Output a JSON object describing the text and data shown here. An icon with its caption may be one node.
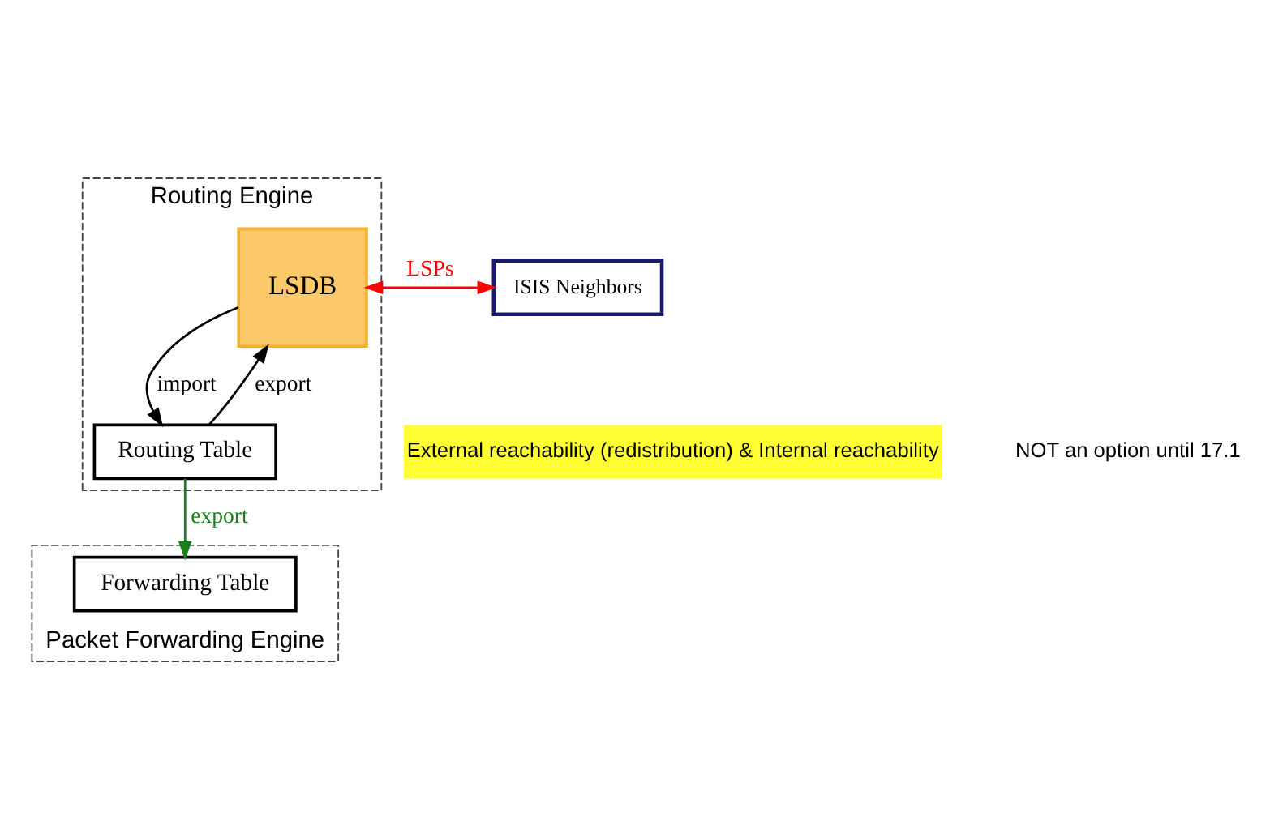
{
  "diagram": {
    "nodes": [
      {
        "text": [
          "Routing Engine"
        ]
      },
      {
        "text": [
          "ISIS Neighbors"
        ]
      },
      {
        "text": [
          "LSDB"
        ],
        "in": 0
      },
      {
        "text": [
          "Routing Table"
        ],
        "in": 0
      },
      {
        "text": [
          "Packet Forwarding Engine"
        ]
      },
      {
        "text": [
          "Forwarding Table"
        ],
        "in": 4
      }
    ],
    "edges": [
      {
        "from": 1,
        "to": 2,
        "arrow": "both",
        "label": "LSPs",
        "color": "#ff0000"
      },
      {
        "from": 2,
        "to": 3,
        "arrow": "to",
        "label": "import"
      },
      {
        "from": 3,
        "to": 2,
        "arrow": "to",
        "label": "export"
      },
      {
        "from": 3,
        "to": 5,
        "arrow": "to",
        "label": "export",
        "color": "#1a7f1a"
      }
    ],
    "labels": [
      "External reachability (redistribution) & Internal reachability",
      "NOT an option until 17.1"
    ]
  }
}
